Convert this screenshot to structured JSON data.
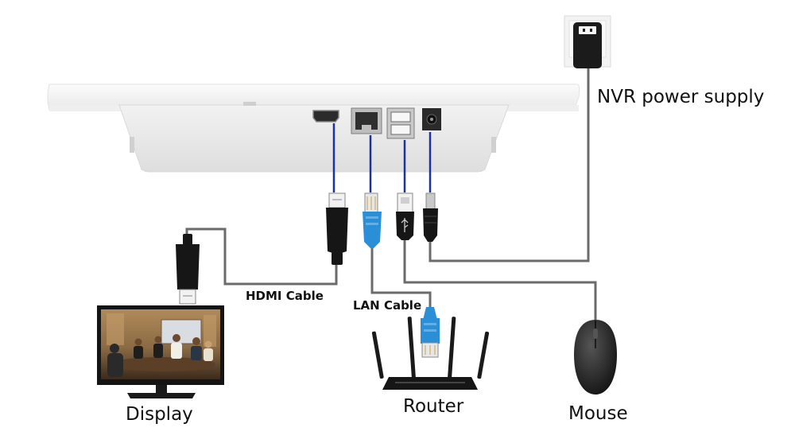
{
  "labels": {
    "power_supply": "NVR power supply",
    "hdmi_cable": "HDMI Cable",
    "lan_cable": "LAN Cable",
    "display": "Display",
    "router": "Router",
    "mouse": "Mouse"
  },
  "colors": {
    "connector_line": "#1f2fa8",
    "cable": "#6b6b6b",
    "lan_plug": "#2a8fd6",
    "device_body": "#f4f4f4"
  }
}
